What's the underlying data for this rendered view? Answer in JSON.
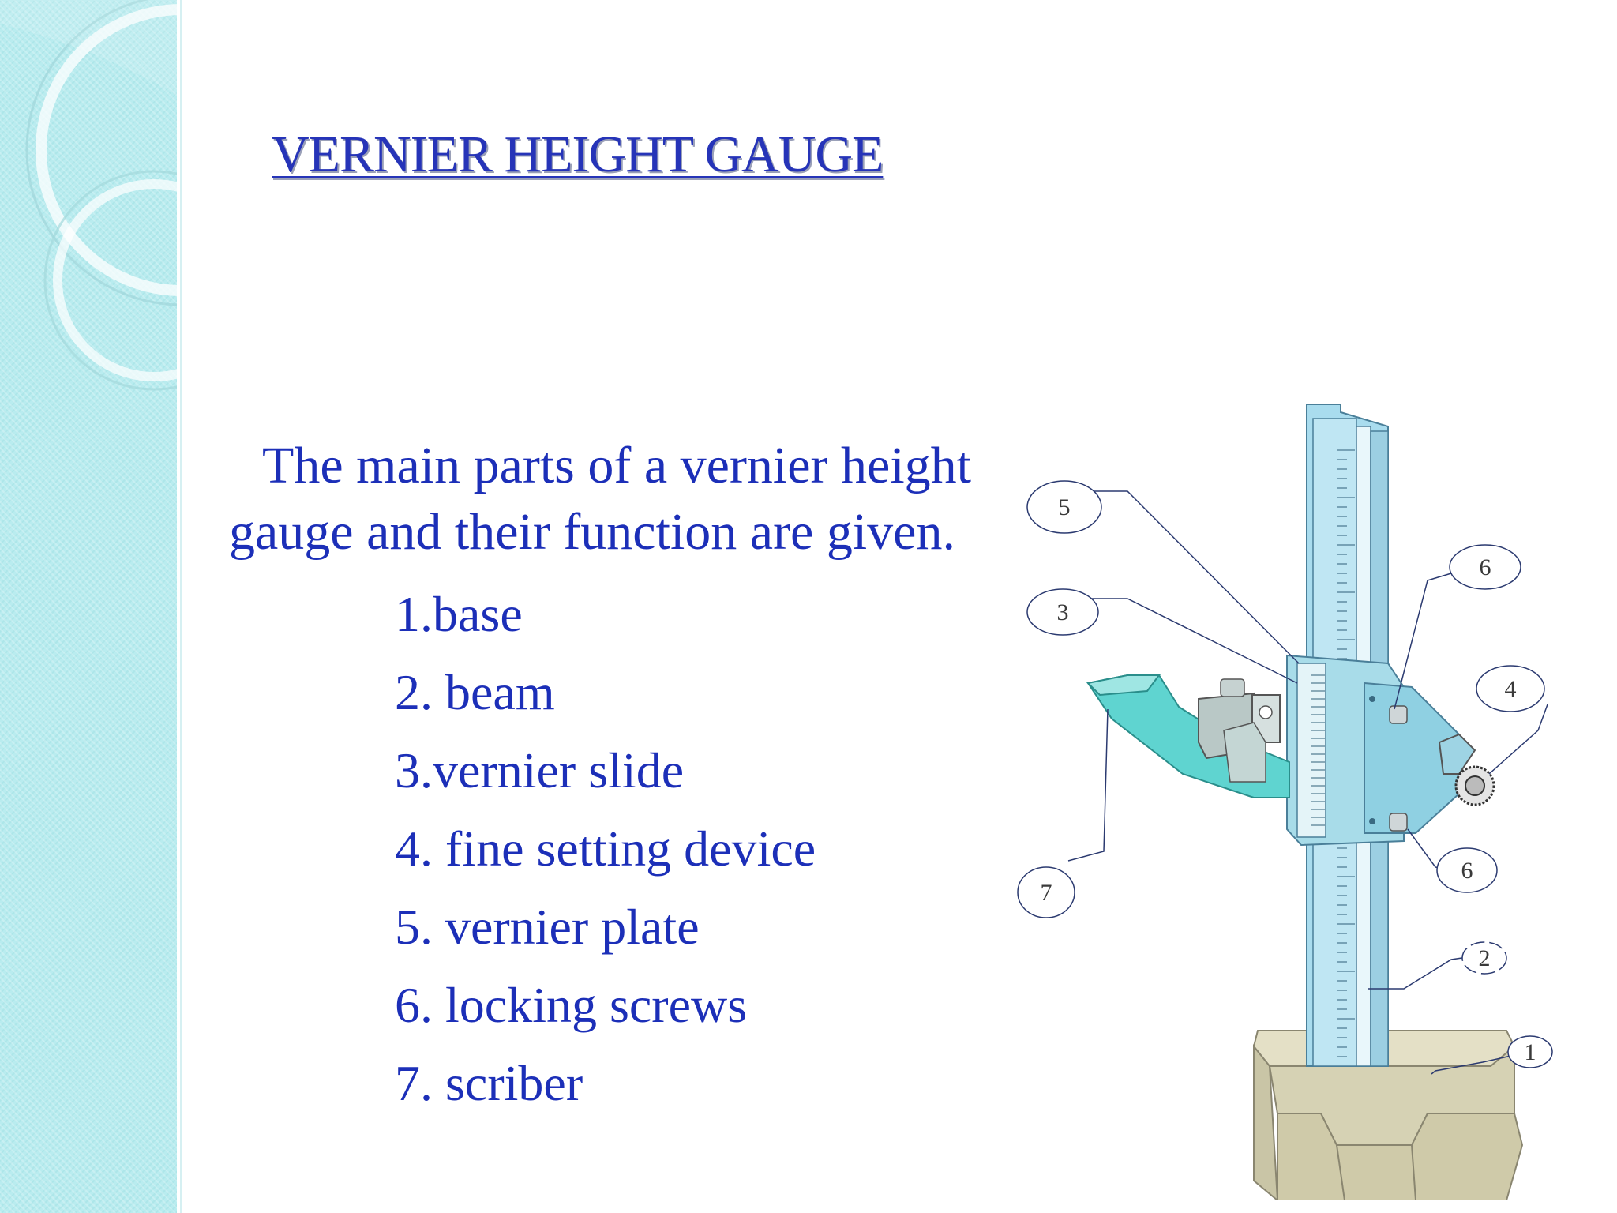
{
  "slide": {
    "title": "VERNIER HEIGHT GAUGE",
    "intro_line1": "The main parts of a vernier height",
    "intro_line2": "gauge and their function are given.",
    "parts": [
      "1.base",
      "2. beam",
      "3.vernier  slide",
      "4. fine setting device",
      "5. vernier plate",
      "6. locking screws",
      "7. scriber"
    ]
  },
  "diagram": {
    "callouts": {
      "c1": "1",
      "c2": "2",
      "c3": "3",
      "c4": "4",
      "c5": "5",
      "c6a": "6",
      "c6b": "6",
      "c7": "7"
    }
  },
  "colors": {
    "text": "#1c2fb8",
    "band": "#b9ecef",
    "beam": "#a9dcee",
    "scriber": "#5fd4d0",
    "base": "#d8d4b4"
  }
}
